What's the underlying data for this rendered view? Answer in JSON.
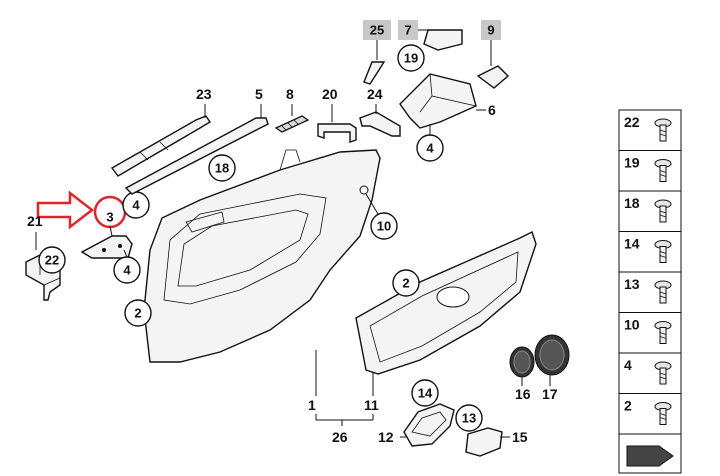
{
  "diagram": {
    "part_numbers": {
      "p1": "1",
      "p2a": "2",
      "p2b": "2",
      "p3": "3",
      "p4a": "4",
      "p4b": "4",
      "p4c": "4",
      "p5": "5",
      "p6": "6",
      "p7": "7",
      "p8": "8",
      "p9": "9",
      "p10": "10",
      "p11": "11",
      "p12": "12",
      "p13": "13",
      "p14": "14",
      "p15": "15",
      "p16": "16",
      "p17": "17",
      "p18": "18",
      "p19": "19",
      "p20": "20",
      "p21": "21",
      "p22": "22",
      "p23": "23",
      "p24": "24",
      "p25": "25",
      "p26": "26"
    },
    "side_panel": [
      "22",
      "19",
      "18",
      "14",
      "13",
      "10",
      "4",
      "2"
    ],
    "highlight_color": "#e0242a"
  }
}
